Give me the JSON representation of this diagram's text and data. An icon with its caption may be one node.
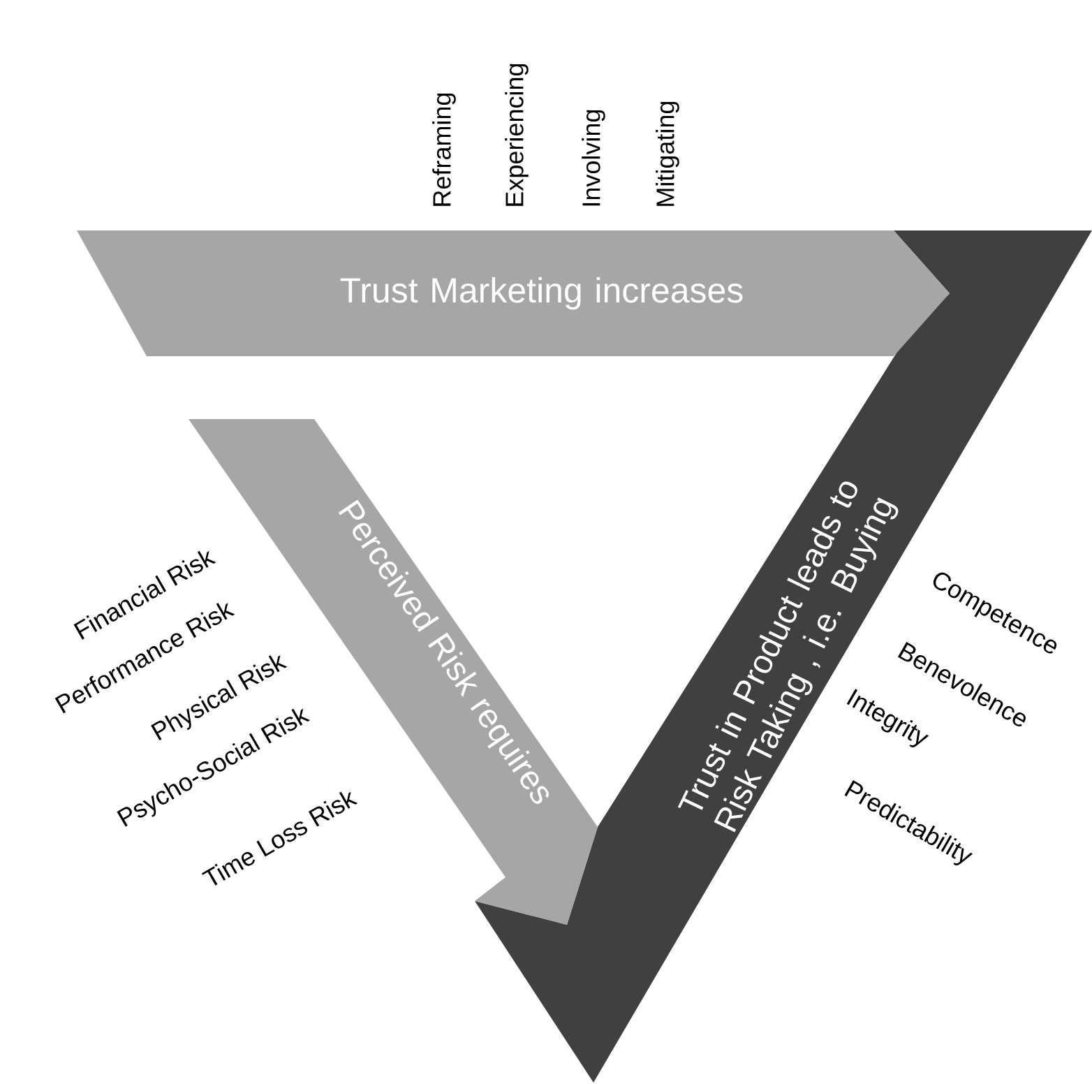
{
  "diagram": {
    "nodes": [
      {
        "text": [
          "Trust Marketing increases"
        ]
      },
      {
        "text": [
          "Perceived Risk requires"
        ]
      },
      {
        "text": [
          "Trust in Product leads to Risk Taking , i.e. Buying"
        ]
      }
    ],
    "labels": [
      "Reframing",
      "Experiencing",
      "Involving",
      "Mitigating",
      "Financial Risk",
      "Performance Risk",
      "Physical Risk",
      "Psycho-Social Risk",
      "Time Loss Risk",
      "Competence",
      "Benevolence",
      "Integrity",
      "Predictability"
    ]
  }
}
